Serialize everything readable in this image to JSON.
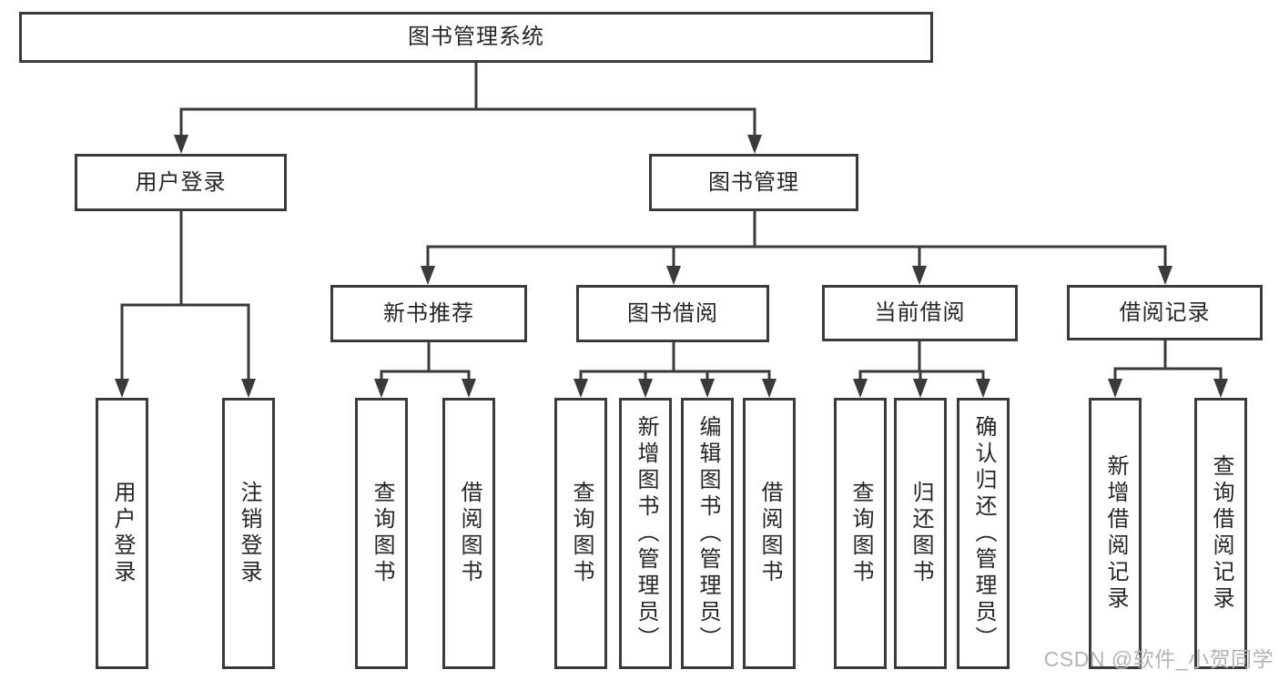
{
  "diagram": {
    "type": "hierarchy",
    "root": {
      "label": "图书管理系统"
    },
    "branches": [
      {
        "label": "用户登录",
        "leaves": [
          {
            "label": "用户登录"
          },
          {
            "label": "注销登录"
          }
        ]
      },
      {
        "label": "图书管理",
        "groups": [
          {
            "label": "新书推荐",
            "leaves": [
              {
                "label": "查询图书"
              },
              {
                "label": "借阅图书"
              }
            ]
          },
          {
            "label": "图书借阅",
            "leaves": [
              {
                "label": "查询图书"
              },
              {
                "label": "新增图书（管理员）"
              },
              {
                "label": "编辑图书（管理员）"
              },
              {
                "label": "借阅图书"
              }
            ]
          },
          {
            "label": "当前借阅",
            "leaves": [
              {
                "label": "查询图书"
              },
              {
                "label": "归还图书"
              },
              {
                "label": "确认归还（管理员）"
              }
            ]
          },
          {
            "label": "借阅记录",
            "leaves": [
              {
                "label": "新增借阅记录"
              },
              {
                "label": "查询借阅记录"
              }
            ]
          }
        ]
      }
    ],
    "colors": {
      "line": "#3a3a3a",
      "text": "#262626",
      "box_background": "#ffffff",
      "page_background": "#ffffff",
      "watermark": "#b4b4b4"
    }
  },
  "watermark": {
    "text": "CSDN @软件_小贺同学"
  }
}
